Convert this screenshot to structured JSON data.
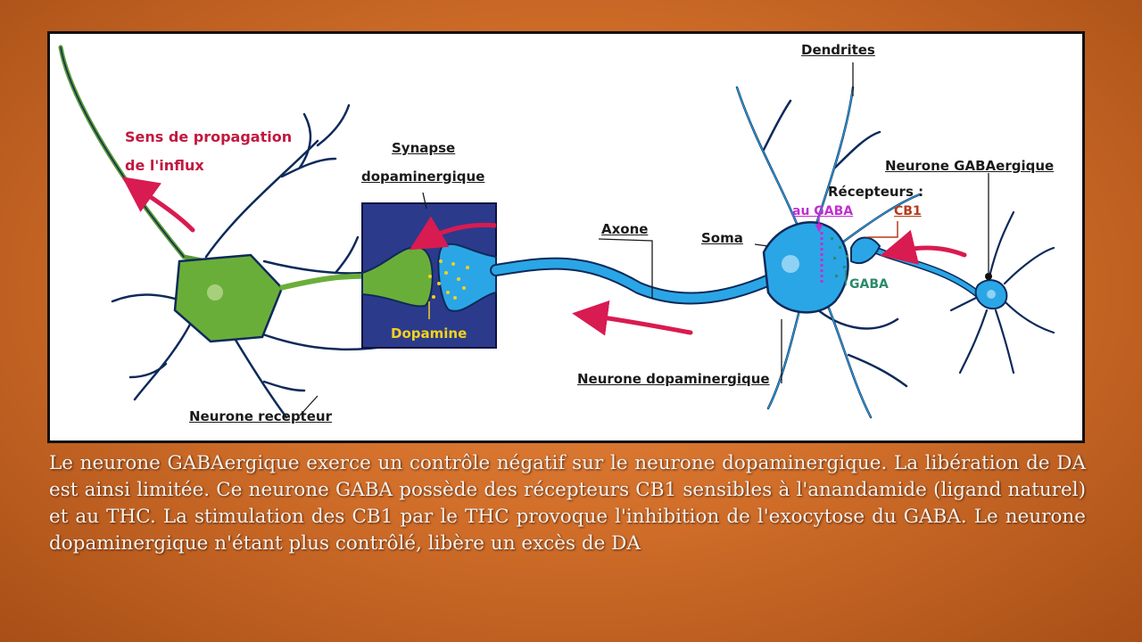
{
  "labels": {
    "dendrites": "Dendrites",
    "propagation_line1": "Sens de propagation",
    "propagation_line2": "de l'influx",
    "synapse_line1": "Synapse",
    "synapse_line2": "dopaminergique",
    "axone": "Axone",
    "soma": "Soma",
    "neurone_gaba": "Neurone GABAergique",
    "recepteurs": "Récepteurs :",
    "au_gaba": "au GABA",
    "cb1": "CB1",
    "gaba": "GABA",
    "dopamine": "Dopamine",
    "neurone_dopaminergique": "Neurone dopaminergique",
    "neurone_recepteur": "Neurone recepteur"
  },
  "caption": "Le neurone GABAergique exerce un contrôle négatif sur le neurone dopaminergique. La libération de DA est ainsi limitée. Ce neurone GABA possède des récepteurs CB1 sensibles à l'anandamide (ligand naturel) et au THC. La stimulation des CB1 par le THC provoque l'inhibition de l'exocytose du GABA. Le neurone dopaminergique n'étant plus contrôlé, libère un excès de DA",
  "colors": {
    "background": "#d26f2a",
    "receptor_neuron": "#6aae3a",
    "dopaminergic_neuron": "#2aa6e6",
    "synapse_box": "#2c3a8c",
    "arrow": "#d81b50",
    "outline": "#0e2a5a"
  }
}
